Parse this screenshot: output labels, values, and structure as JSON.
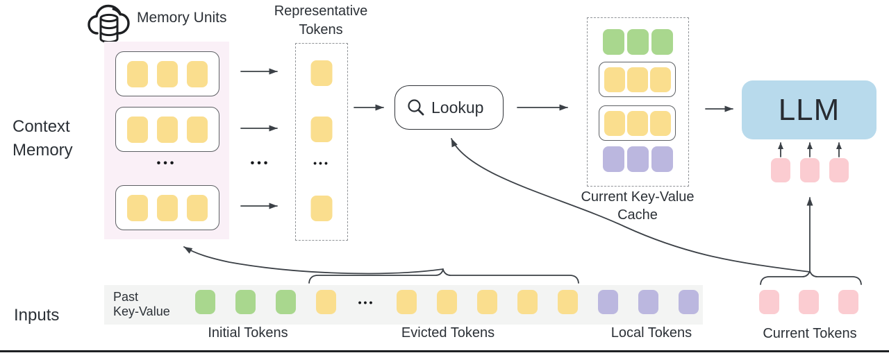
{
  "diagram": {
    "memory_units": "Memory Units",
    "context_memory": "Context\nMemory",
    "representative_tokens": "Representative\nTokens",
    "lookup": "Lookup",
    "current_kv_cache": "Current Key-Value\nCache",
    "llm": "LLM",
    "inputs": "Inputs",
    "past_key_value": "Past\nKey-Value",
    "initial_tokens": "Initial Tokens",
    "evicted_tokens": "Evicted Tokens",
    "local_tokens": "Local Tokens",
    "current_tokens": "Current Tokens",
    "ellipsis": "•••"
  },
  "tokens": {
    "memory_rows": [
      [
        "yellow",
        "yellow",
        "yellow"
      ],
      [
        "yellow",
        "yellow",
        "yellow"
      ],
      [
        "yellow",
        "yellow",
        "yellow"
      ]
    ],
    "representative_column": [
      "yellow",
      "yellow",
      "ellipsis",
      "yellow"
    ],
    "cache_rows": [
      [
        "green",
        "green",
        "green"
      ],
      [
        "yellow",
        "yellow",
        "yellow"
      ],
      [
        "yellow",
        "yellow",
        "yellow"
      ],
      [
        "purple",
        "purple",
        "purple"
      ]
    ],
    "llm_input_tokens": [
      "pink",
      "pink",
      "pink"
    ],
    "past_sequence": [
      "green",
      "green",
      "green",
      "yellow",
      "ellipsis",
      "yellow",
      "yellow",
      "yellow",
      "yellow",
      "yellow",
      "purple",
      "purple",
      "purple"
    ],
    "current_tokens": [
      "pink",
      "pink",
      "pink"
    ]
  },
  "colors": {
    "yellow_token": "#fade8e",
    "green_token": "#a9d78e",
    "purple_token": "#bbb7df",
    "pink_token": "#fbccd1",
    "llm_box": "#b8daec",
    "memory_box_bg": "#faf0f7",
    "inputs_strip_bg": "#f3f4f3",
    "line": "#3b4046",
    "text": "#2b3036"
  }
}
